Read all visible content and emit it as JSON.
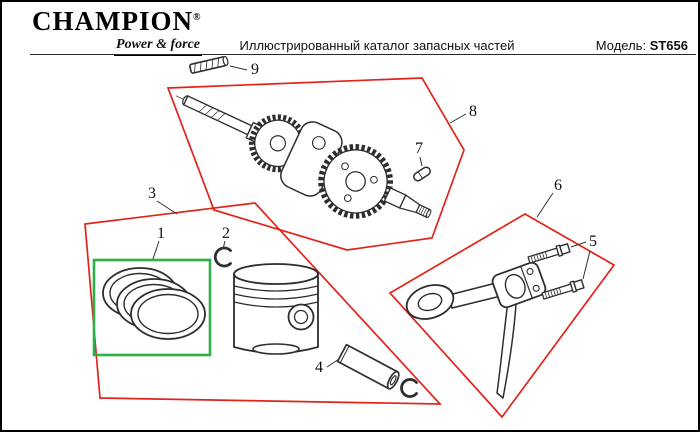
{
  "header": {
    "brand": "CHAMPION",
    "reg_mark": "®",
    "tagline": "Power & force",
    "title": "Иллюстрированный каталог запасных частей",
    "model_label": "Модель:",
    "model_value": "ST656"
  },
  "diagram": {
    "callouts": {
      "n1": "1",
      "n2": "2",
      "n3": "3",
      "n4": "4",
      "n5": "5",
      "n6": "6",
      "n7": "7",
      "n8": "8",
      "n9": "9"
    },
    "colors": {
      "red": "#e2231a",
      "green": "#2db04a",
      "ink": "#2e2e2e"
    }
  }
}
